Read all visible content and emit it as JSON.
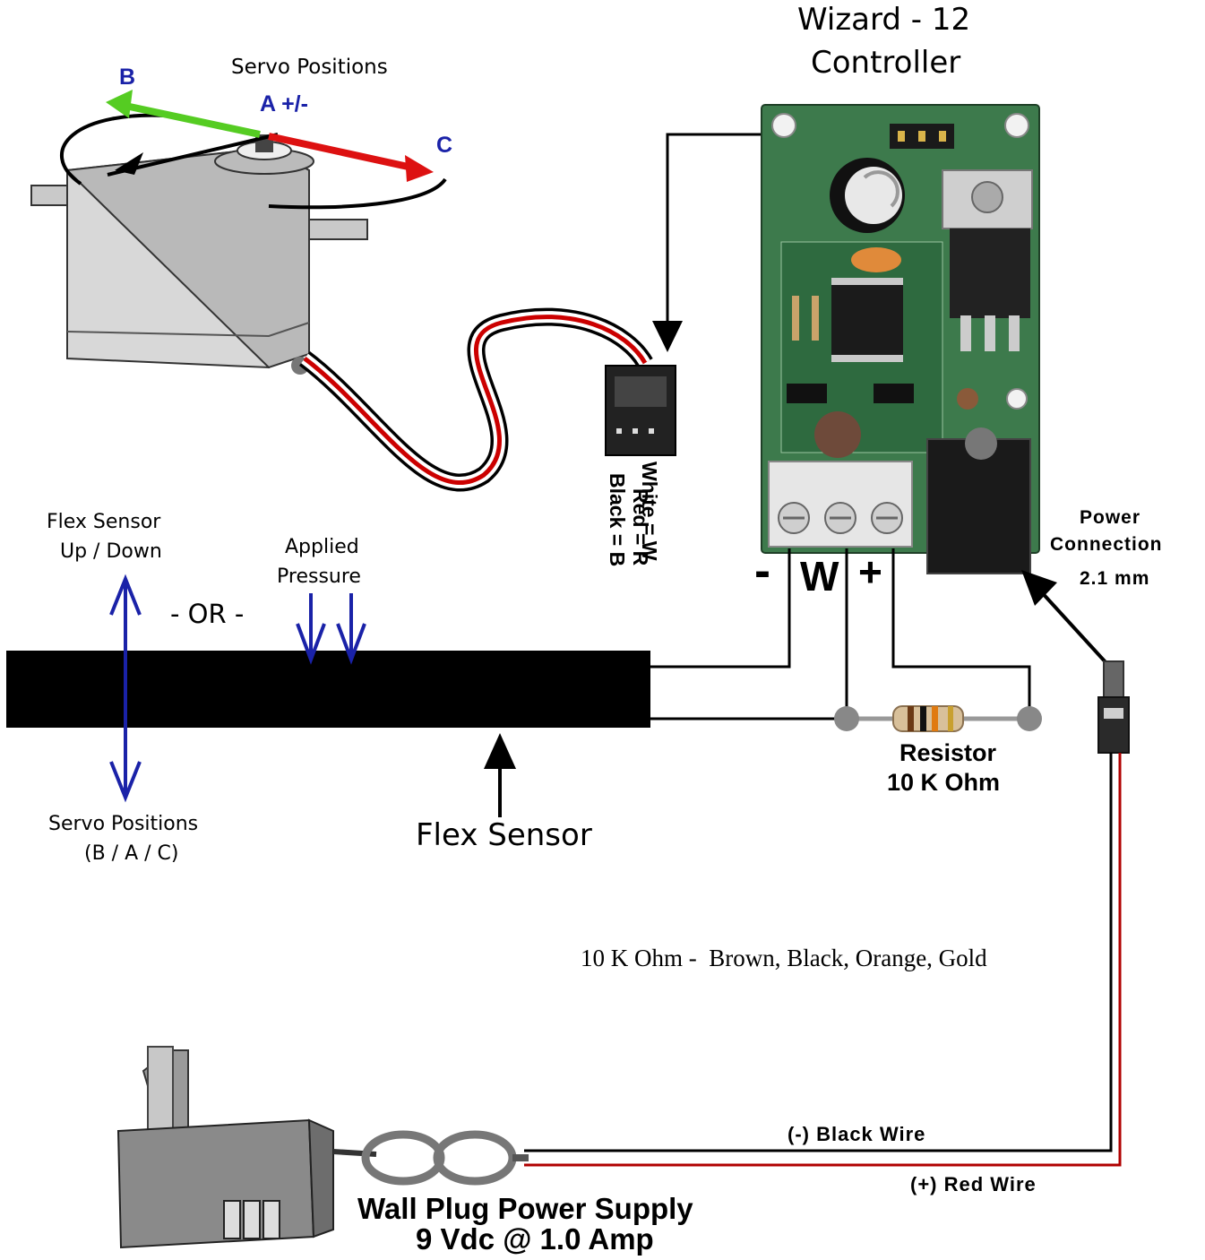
{
  "controller": {
    "title_line1": "Wizard - 12",
    "title_line2": "Controller"
  },
  "servo": {
    "heading": "Servo Positions",
    "pos_a": "A +/-",
    "pos_b": "B",
    "pos_c": "C"
  },
  "servo_plug": {
    "white": "White = W",
    "red": "Red = R",
    "black": "Black = B"
  },
  "terminals": {
    "minus": "-",
    "w": "W",
    "plus": "+"
  },
  "power_connection": {
    "line1": "Power",
    "line2": "Connection",
    "line3": "2.1 mm"
  },
  "flex": {
    "updown_line1": "Flex Sensor",
    "updown_line2": "Up / Down",
    "or": "- OR -",
    "pressure_line1": "Applied",
    "pressure_line2": "Pressure",
    "positions_line1": "Servo Positions",
    "positions_line2": "(B / A / C)",
    "sensor_label": "Flex Sensor"
  },
  "resistor": {
    "line1": "Resistor",
    "line2": "10 K Ohm",
    "color_code": "10 K Ohm -  Brown, Black, Orange, Gold"
  },
  "power_supply": {
    "black_wire": "(-) Black Wire",
    "red_wire": "(+) Red Wire",
    "line1": "Wall Plug Power Supply",
    "line2": "9 Vdc @ 1.0 Amp"
  },
  "colors": {
    "arrow_blue": "#1a22a8",
    "arrow_green": "#55cc22",
    "arrow_red": "#dd1111",
    "wire_red": "#b00000",
    "pcb_green": "#3d7a4c"
  }
}
